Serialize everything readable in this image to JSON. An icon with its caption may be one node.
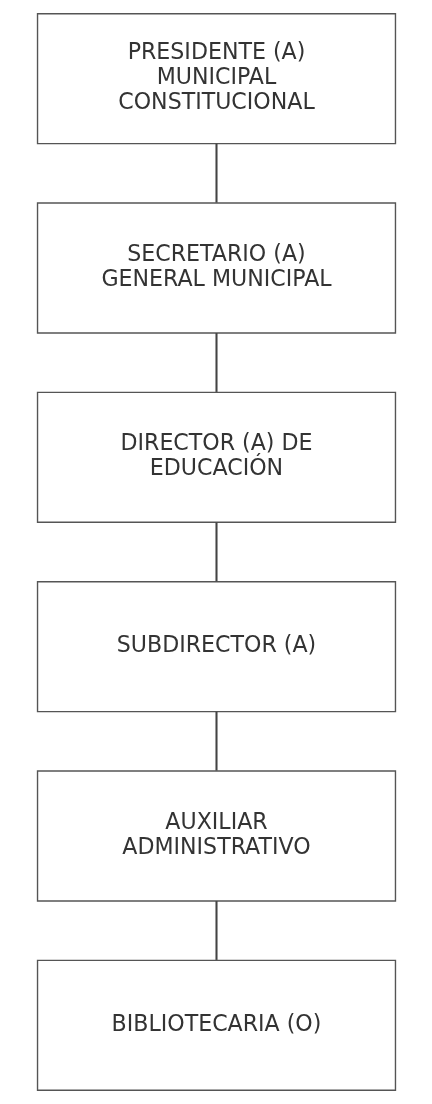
{
  "diagram": {
    "nodes": [
      {
        "text": [
          "PRESIDENTE (A) MUNICIPAL CONSTITUCIONAL"
        ]
      },
      {
        "text": [
          "SECRETARIO (A) GENERAL MUNICIPAL"
        ]
      },
      {
        "text": [
          "DIRECTOR (A) DE EDUCACIÓN"
        ]
      },
      {
        "text": [
          "SUBDIRECTOR (A)"
        ]
      },
      {
        "text": [
          "AUXILIAR ADMINISTRATIVO"
        ]
      },
      {
        "text": [
          "BIBLIOTECARIA (O)"
        ]
      }
    ],
    "edges": [
      {
        "from": 0,
        "to": 1,
        "arrow": "none"
      },
      {
        "from": 1,
        "to": 2,
        "arrow": "none"
      },
      {
        "from": 2,
        "to": 3,
        "arrow": "none"
      },
      {
        "from": 3,
        "to": 4,
        "arrow": "none"
      },
      {
        "from": 4,
        "to": 5,
        "arrow": "none"
      }
    ]
  }
}
